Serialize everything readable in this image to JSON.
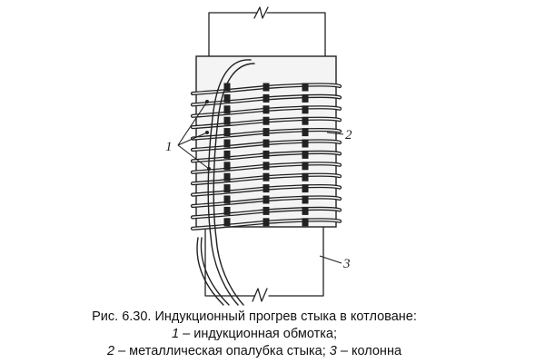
{
  "figure": {
    "labels": {
      "winding": "1",
      "formwork": "2",
      "column": "3"
    },
    "colors": {
      "ink": "#222222",
      "formwork_fill": "#f4f4f4"
    }
  },
  "caption": {
    "line1": "Рис. 6.30. Индукционный прогрев стыка в котловане:",
    "item1_num": "1",
    "item1_text": " – индукционная обмотка;",
    "item2_num": "2",
    "item2_text": " – металлическая опалубка стыка; ",
    "item3_num": "3",
    "item3_text": " – колонна"
  }
}
